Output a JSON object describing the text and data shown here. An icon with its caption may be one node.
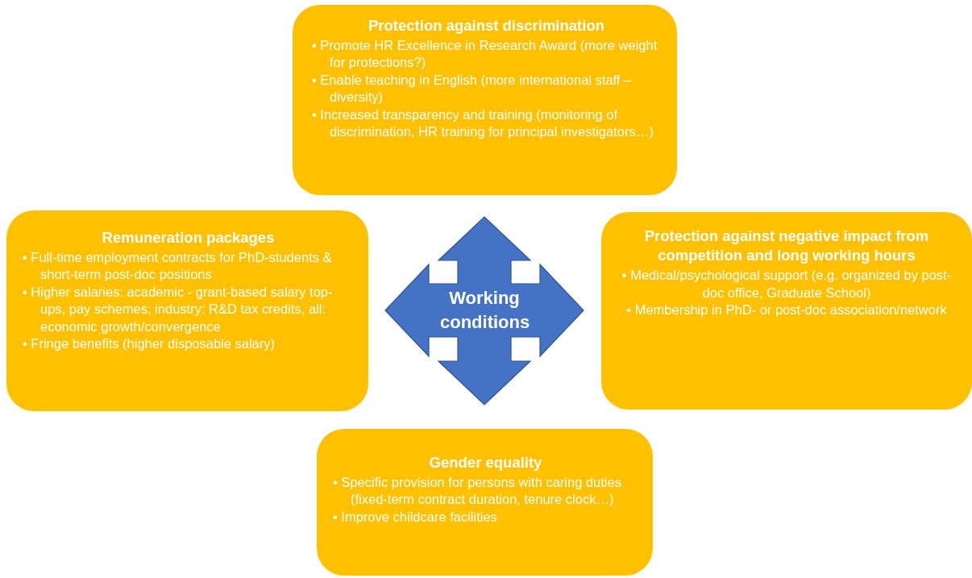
{
  "diagram": {
    "nodes": [
      {
        "text": [
          "Protection against discrimination",
          "• Promote HR Excellence in Research Award (more weight for protections?)",
          "• Enable teaching in English (more international staff – diversity)",
          "• Increased transparency and training (monitoring of discrimination, HR training for principal investigators…)"
        ]
      },
      {
        "text": [
          "Remuneration packages",
          "• Full-time employment contracts for PhD-students & short-term post-doc positions",
          "• Higher salaries: academic - grant-based salary top-ups, pay schemes; industry: R&D tax credits, all: economic growth/convergence",
          "• Fringe benefits (higher disposable salary)"
        ]
      },
      {
        "text": [
          "Working conditions"
        ]
      },
      {
        "text": [
          "Protection against negative impact from competition and long working hours",
          "• Medical/psychological support (e.g. organized by post-doc office, Graduate School)",
          "• Membership in PhD- or post-doc association/network"
        ]
      },
      {
        "text": [
          "Gender equality",
          "• Specific provision for persons with caring duties (fixed-term contract duration, tenure clock…)",
          "• Improve childcare facilities"
        ]
      }
    ],
    "edges": [
      {
        "from": 1,
        "to": 3,
        "arrow": "both"
      },
      {
        "from": 0,
        "to": 4,
        "arrow": "both"
      }
    ]
  }
}
